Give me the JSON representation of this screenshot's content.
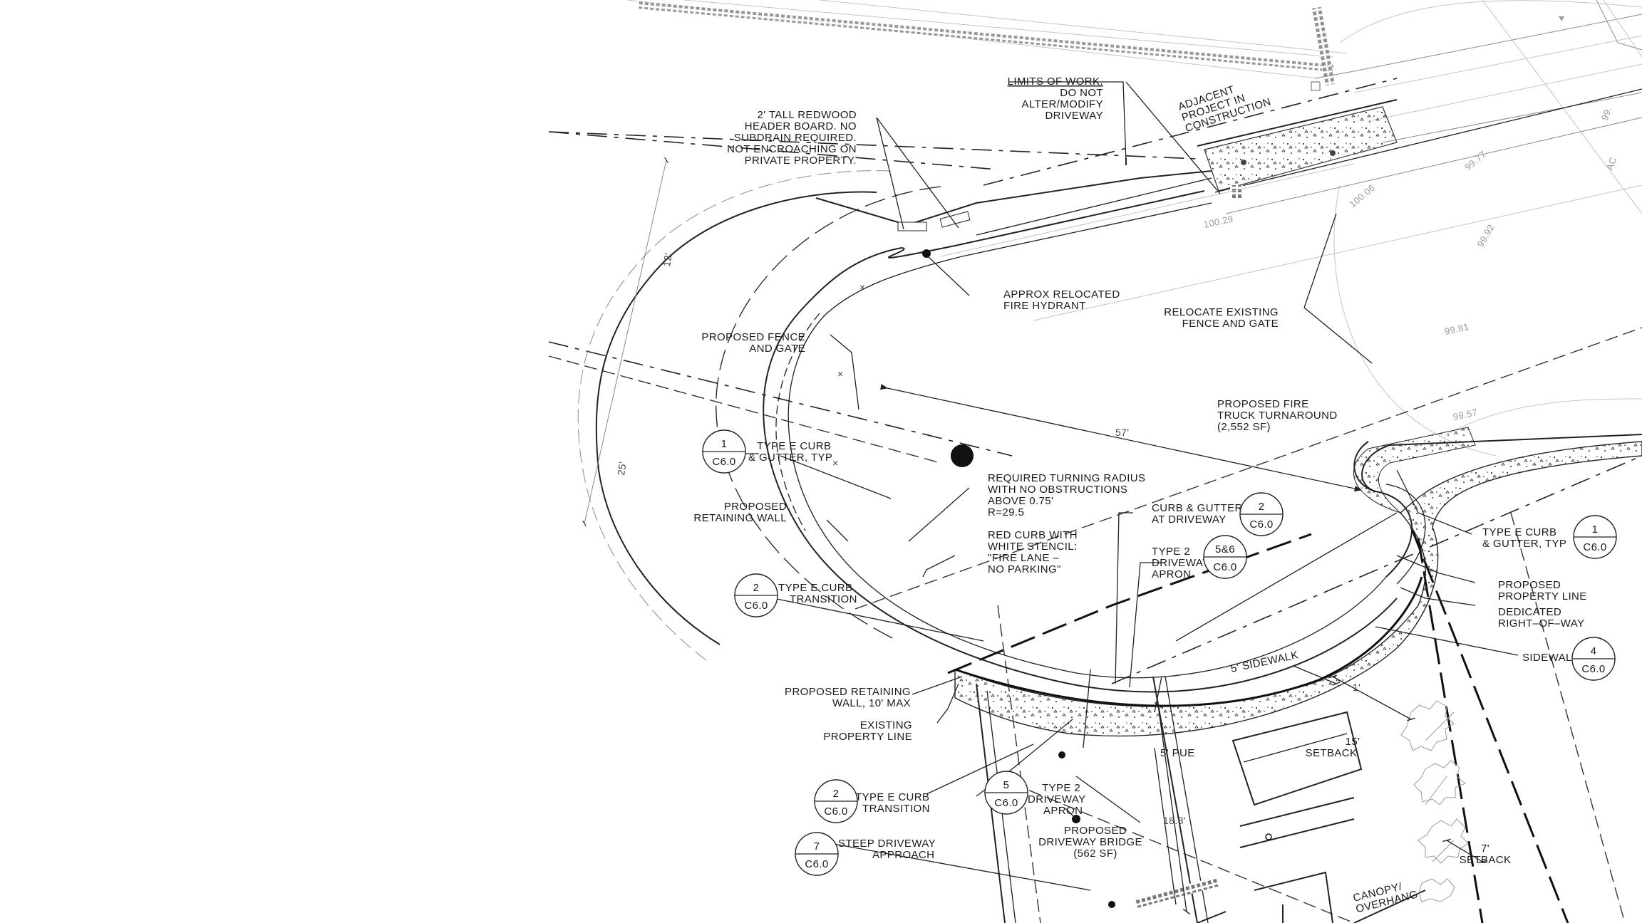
{
  "labels": {
    "limits_of_work": [
      "LIMITS OF WORK.",
      "DO NOT",
      "ALTER/MODIFY",
      "DRIVEWAY"
    ],
    "adjacent_project": [
      "ADJACENT",
      "PROJECT IN",
      "CONSTRUCTION"
    ],
    "header_board": [
      "2' TALL REDWOOD",
      "HEADER BOARD. NO",
      "SUBDRAIN REQUIRED.",
      "NOT ENCROACHING ON",
      "PRIVATE PROPERTY."
    ],
    "fire_hydrant": [
      "APPROX RELOCATED",
      "FIRE HYDRANT"
    ],
    "relocate_fence": [
      "RELOCATE EXISTING",
      "FENCE AND GATE"
    ],
    "proposed_fence": [
      "PROPOSED FENCE",
      "AND GATE"
    ],
    "fire_turnaround": [
      "PROPOSED FIRE",
      "TRUCK TURNAROUND",
      "(2,552 SF)"
    ],
    "type_e_curb_left": [
      "TYPE E CURB",
      "& GUTTER, TYP"
    ],
    "turning_radius": [
      "REQUIRED TURNING RADIUS",
      "WITH NO OBSTRUCTIONS",
      "ABOVE 0.75'",
      "R=29.5"
    ],
    "retaining_wall": [
      "PROPOSED",
      "RETAINING WALL"
    ],
    "red_curb": [
      "RED CURB WITH",
      "WHITE STENCIL:",
      "\"FIRE LANE –",
      "NO PARKING\""
    ],
    "curb_gutter_driveway": [
      "CURB & GUTTER",
      "AT DRIVEWAY"
    ],
    "type2_apron_top": [
      "TYPE 2",
      "DRIVEWAY",
      "APRON"
    ],
    "type_e_transition_upper": [
      "TYPE E CURB",
      "TRANSITION"
    ],
    "type_e_curb_right": [
      "TYPE E CURB",
      "& GUTTER, TYP"
    ],
    "proposed_property_line": [
      "PROPOSED",
      "PROPERTY LINE"
    ],
    "dedicated_row": [
      "DEDICATED",
      "RIGHT–OF–WAY"
    ],
    "sidewalk_right": "SIDEWALK",
    "sidewalk_5": "5' SIDEWALK",
    "retaining_wall_10": [
      "PROPOSED RETAINING",
      "WALL, 10' MAX"
    ],
    "existing_property_line": [
      "EXISTING",
      "PROPERTY LINE"
    ],
    "pue": "5' PUE",
    "setback_15": [
      "15'",
      "SETBACK"
    ],
    "type_e_transition_lower": [
      "TYPE E CURB",
      "TRANSITION"
    ],
    "type2_apron_bottom": [
      "TYPE 2",
      "DRIVEWAY",
      "APRON"
    ],
    "driveway_bridge": [
      "PROPOSED",
      "DRIVEWAY BRIDGE",
      "(562 SF)"
    ],
    "steep_driveway": [
      "STEEP DRIVEWAY",
      "APPROACH"
    ],
    "setback_7": [
      "7'",
      "SETBACK"
    ],
    "canopy": [
      "CANOPY/",
      "OVERHANG"
    ]
  },
  "dimensions": {
    "d57": "57'",
    "d18_8": "18.8'",
    "d1": "1'",
    "d15": "15'",
    "d7": "7'",
    "d25": "25'",
    "d12": "12'"
  },
  "spot_elevations": {
    "e10029": "100.29",
    "e10006": "100.06",
    "e9992": "99.92",
    "e9981": "99.81",
    "e9957": "99.57",
    "e9977": "99.77"
  },
  "detail_refs": [
    {
      "num": "1",
      "sheet": "C6.0"
    },
    {
      "num": "2",
      "sheet": "C6.0"
    },
    {
      "num": "5&6",
      "sheet": "C6.0"
    },
    {
      "num": "2",
      "sheet": "C6.0"
    },
    {
      "num": "1",
      "sheet": "C6.0"
    },
    {
      "num": "4",
      "sheet": "C6.0"
    },
    {
      "num": "2",
      "sheet": "C6.0"
    },
    {
      "num": "5",
      "sheet": "C6.0"
    },
    {
      "num": "7",
      "sheet": "C6.0"
    }
  ]
}
